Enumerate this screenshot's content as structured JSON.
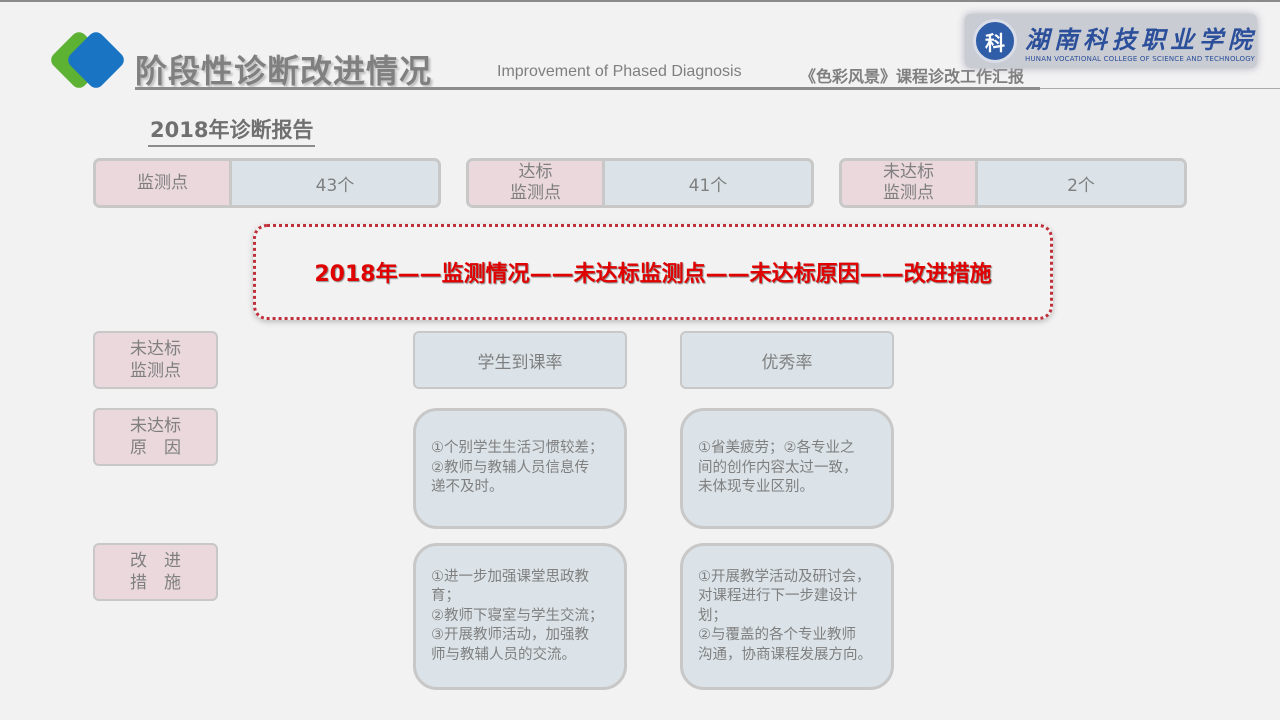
{
  "header": {
    "title": "阶段性诊断改进情况",
    "subtitle_en": "Improvement of Phased Diagnosis",
    "subtitle_cn": "《色彩风景》课程诊改工作汇报",
    "school_name_cn": "湖南科技职业学院",
    "school_name_en": "HUNAN VOCATIONAL COLLEGE OF SCIENCE AND TECHNOLOGY"
  },
  "section_title": "2018年诊断报告",
  "stats": [
    {
      "label": [
        "监测点"
      ],
      "value": "43个"
    },
    {
      "label": [
        "达标",
        "监测点"
      ],
      "value": "41个"
    },
    {
      "label": [
        "未达标",
        "监测点"
      ],
      "value": "2个"
    }
  ],
  "banner": "2018年——监测情况——未达标监测点——未达标原因——改进措施",
  "row_labels": [
    [
      "未达标",
      "监测点"
    ],
    [
      "未达标",
      "原　因"
    ],
    [
      "改　进",
      "措　施"
    ]
  ],
  "columns": [
    {
      "header": "学生到课率",
      "reasons": [
        "①个别学生生活习惯较差；",
        "②教师与教辅人员信息传",
        "递不及时。"
      ],
      "measures": [
        "①进一步加强课堂思政教",
        "育；",
        "②教师下寝室与学生交流；",
        "③开展教师活动，加强教",
        "师与教辅人员的交流。"
      ]
    },
    {
      "header": "优秀率",
      "reasons": [
        "①省美疲劳；②各专业之",
        "间的创作内容太过一致，",
        "未体现专业区别。"
      ],
      "measures": [
        "①开展教学活动及研讨会，",
        "对课程进行下一步建设计",
        "划；",
        "②与覆盖的各个专业教师",
        "沟通，协商课程发展方向。"
      ]
    }
  ],
  "colors": {
    "green": "#5db233",
    "blue": "#1a74c4",
    "pink": "#ead8dd",
    "blue_gray": "#dbe3e8",
    "red": "#e00000"
  }
}
